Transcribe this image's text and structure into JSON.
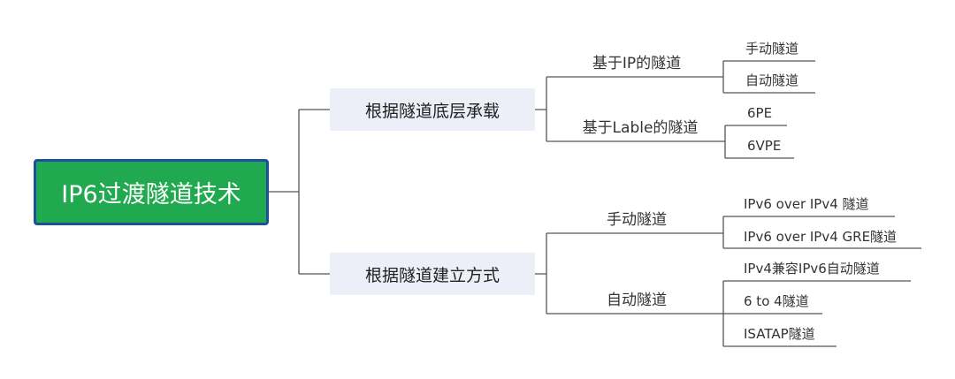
{
  "mindmap": {
    "root": {
      "label": "IP6过渡隧道技术"
    },
    "branches": [
      {
        "label": "根据隧道底层承载",
        "children": [
          {
            "label": "基于IP的隧道",
            "leaves": [
              "手动隧道",
              "自动隧道"
            ]
          },
          {
            "label": "基于Lable的隧道",
            "leaves": [
              "6PE",
              "6VPE"
            ]
          }
        ]
      },
      {
        "label": "根据隧道建立方式",
        "children": [
          {
            "label": "手动隧道",
            "leaves": [
              "IPv6 over IPv4 隧道",
              "IPv6 over IPv4 GRE隧道"
            ]
          },
          {
            "label": "自动隧道",
            "leaves": [
              "IPv4兼容IPv6自动隧道",
              "6 to 4隧道",
              "ISATAP隧道"
            ]
          }
        ]
      }
    ],
    "colors": {
      "root_fill": "#20a94f",
      "root_border": "#1f4f9a",
      "branch_fill": "#eceef8",
      "line": "#555555"
    }
  }
}
